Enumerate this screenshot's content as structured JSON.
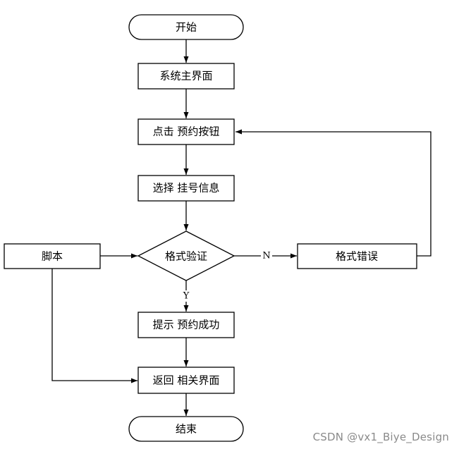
{
  "nodes": {
    "start": "开始",
    "main_ui": "系统主界面",
    "click_book": "点击 预约按钮",
    "select_info": "选择 挂号信息",
    "validate": "格式验证",
    "script": "脚本",
    "format_error": "格式错误",
    "success": "提示 预约成功",
    "return_ui": "返回 相关界面",
    "end": "结束"
  },
  "edges": {
    "no_label": "N",
    "yes_label": "Y"
  },
  "watermark": "CSDN @vx1_Biye_Design"
}
